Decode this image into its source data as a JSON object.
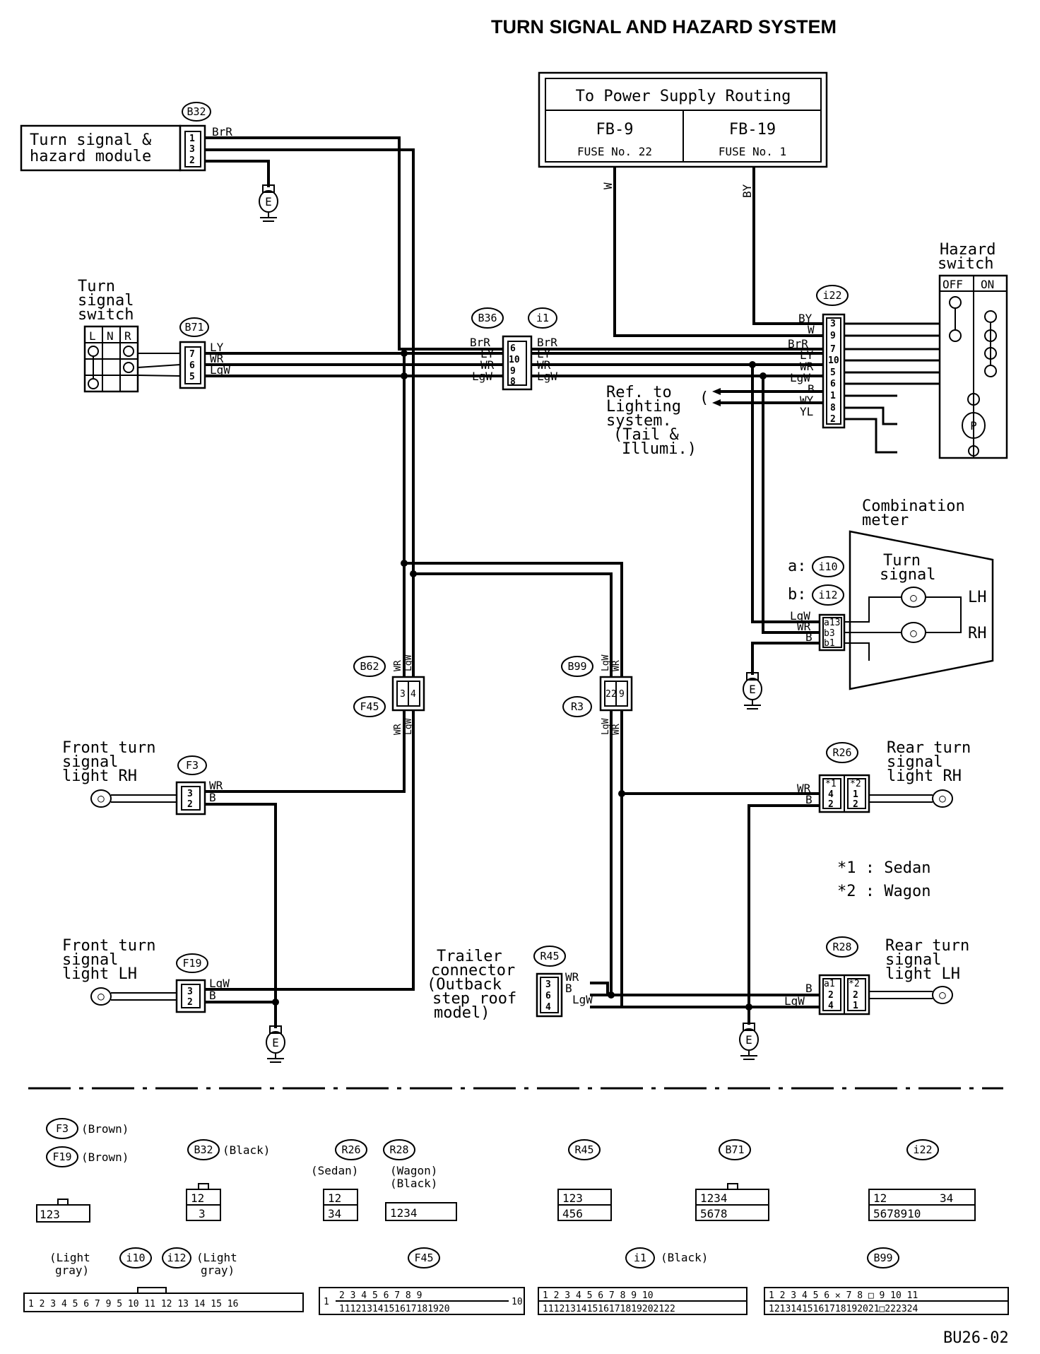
{
  "title": "TURN SIGNAL AND HAZARD SYSTEM",
  "power_supply": {
    "title": "To Power Supply Routing",
    "fb9": "FB-9",
    "fuse22": "FUSE No. 22",
    "fb19": "FB-19",
    "fuse1": "FUSE No. 1"
  },
  "components": {
    "module_line1": "Turn signal &",
    "module_line2": "hazard module",
    "turn_switch_line1": "Turn",
    "turn_switch_line2": "signal",
    "turn_switch_line3": "switch",
    "hazard_line1": "Hazard",
    "hazard_line2": "switch",
    "hazard_off": "OFF",
    "hazard_on": "ON",
    "lighting_line1": "Ref. to",
    "lighting_line2": "Lighting",
    "lighting_line3": "system.",
    "lighting_line4": "(Tail &",
    "lighting_line5": "Illumi.)",
    "combo_line1": "Combination",
    "combo_line2": "meter",
    "combo_turn1": "Turn",
    "combo_turn2": "signal",
    "lh": "LH",
    "rh": "RH",
    "front_rh_1": "Front turn",
    "front_rh_2": "signal",
    "front_rh_3": "light RH",
    "front_lh_1": "Front turn",
    "front_lh_2": "signal",
    "front_lh_3": "light LH",
    "rear_rh_1": "Rear turn",
    "rear_rh_2": "signal",
    "rear_rh_3": "light RH",
    "rear_lh_1": "Rear turn",
    "rear_lh_2": "signal",
    "rear_lh_3": "light LH",
    "trailer_1": "Trailer",
    "trailer_2": "connector",
    "trailer_3": "(Outback",
    "trailer_4": "step roof",
    "trailer_5": "model)",
    "ground": "E",
    "meter_a": "a:",
    "meter_b": "b:"
  },
  "notes": {
    "n1": "*1  :  Sedan",
    "n2": "*2  :  Wagon"
  },
  "connectors": {
    "B32": "B32",
    "B71": "B71",
    "B36": "B36",
    "i1": "i1",
    "i22": "i22",
    "i10": "i10",
    "i12": "i12",
    "B62": "B62",
    "F45": "F45",
    "B99": "B99",
    "R3": "R3",
    "F3": "F3",
    "F19": "F19",
    "R26": "R26",
    "R28": "R28",
    "R45": "R45"
  },
  "wires": {
    "BrR": "BrR",
    "LY": "LY",
    "WR": "WR",
    "LgW": "LgW",
    "B": "B",
    "BY": "BY",
    "W": "W",
    "WY": "WY",
    "YL": "YL"
  },
  "legend": {
    "brown": "(Brown)",
    "black": "(Black)",
    "sedan": "(Sedan)",
    "wagon": "(Wagon)",
    "wagon_black": "(Black)",
    "light": "(Light",
    "gray": "gray)",
    "code": "BU26-02"
  }
}
